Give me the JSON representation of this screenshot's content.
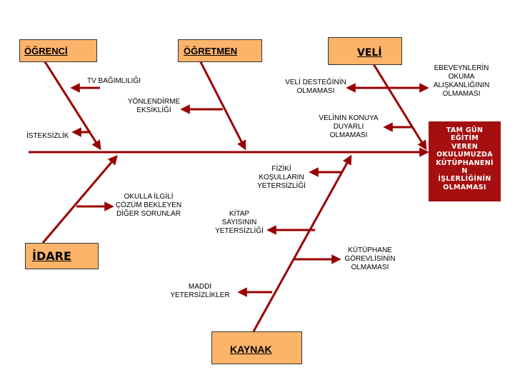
{
  "colors": {
    "bone": "#990000",
    "category_fill": "#fbb46a",
    "effect_fill": "#a50f0f",
    "effect_text": "#ffffff"
  },
  "categories": {
    "ogrenci": "ÖĞRENCİ",
    "ogretmen": "ÖĞRETMEN",
    "veli": "VELİ",
    "idare": "İDARE",
    "kaynak": "KAYNAK"
  },
  "effect": {
    "lines": [
      "TAM GÜN",
      "EĞİTİM",
      "VEREN",
      "OKULUMUZDA",
      "KÜTÜPHANENİ",
      "N",
      "İŞLERLİĞİNİN",
      "OLMAMASI"
    ]
  },
  "causes": {
    "tv": [
      "TV BAĞIMLILIĞI"
    ],
    "isteksizlik": [
      "İSTEKSİZLİK"
    ],
    "yonlendirme": [
      "YÖNLENDİRME",
      "EKSİKLİĞİ"
    ],
    "veli_destegi": [
      "VELİ DESTEĞİNİN",
      "OLMAMASI"
    ],
    "ebeveyn": [
      "EBEVEYNLERİN",
      "OKUMA",
      "ALIŞKANLIĞININ",
      "OLMAMASI"
    ],
    "veli_duyarli": [
      "VELİNİN KONUYA",
      "DUYARLI",
      "OLMAMASI"
    ],
    "okul_sorunlar": [
      "OKULLA İLGİLİ",
      "ÇÖZÜM BEKLEYEN",
      "DİĞER SORUNLAR"
    ],
    "fiziki": [
      "FİZİKİ",
      "KOŞULLARIN",
      "YETERSİZLİĞİ"
    ],
    "kitap": [
      "KİTAP",
      "SAYISININ",
      "YETERSİZLİĞİ"
    ],
    "kutuphane": [
      "KÜTÜPHANE",
      "GÖREVLİSİNİN",
      "OLMAMASI"
    ],
    "maddi": [
      "MADDİ",
      "YETERSİZLİKLER"
    ]
  }
}
